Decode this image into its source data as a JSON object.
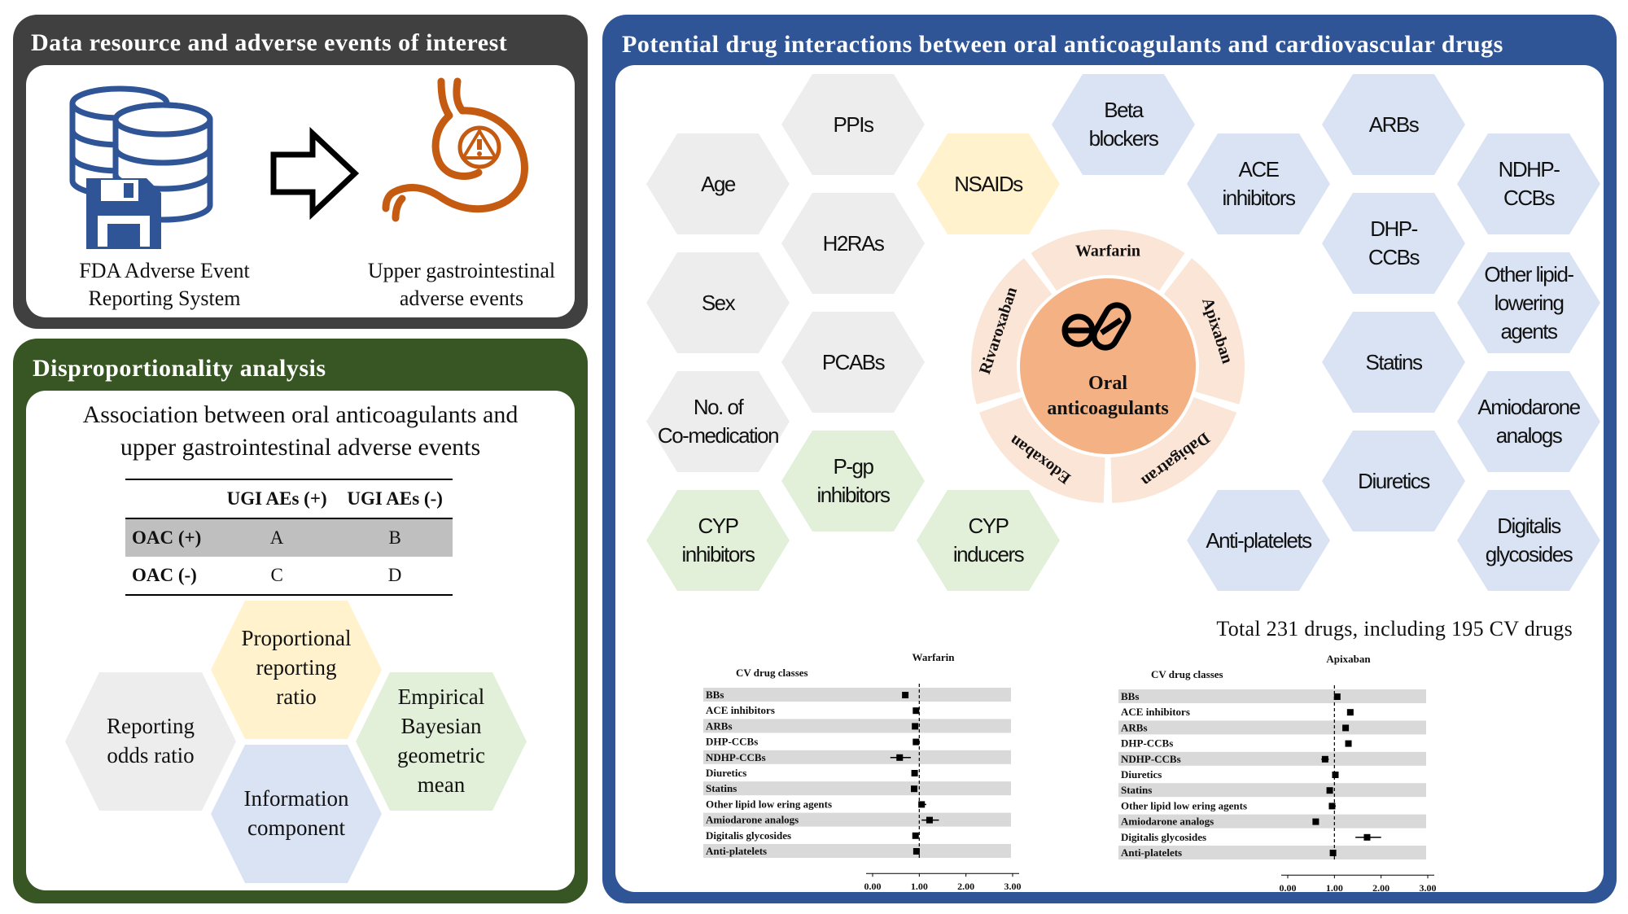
{
  "panels": {
    "data_resource": {
      "title": "Data resource and adverse events of interest",
      "source_label_line1": "FDA Adverse Event",
      "source_label_line2": "Reporting System",
      "target_label_line1": "Upper gastrointestinal",
      "target_label_line2": "adverse events",
      "icons": [
        "database-icon",
        "floppy-disk-icon",
        "arrow-right-icon",
        "stomach-warning-icon"
      ],
      "colors": {
        "header": "#404040",
        "database": "#2f5597",
        "stomach": "#c55a11"
      }
    },
    "disproportionality": {
      "title": "Disproportionality analysis",
      "association_line1": "Association between oral anticoagulants and",
      "association_line2": "upper gastrointestinal adverse events",
      "table": {
        "headers": [
          "",
          "UGI AEs (+)",
          "UGI AEs (-)"
        ],
        "rows": [
          [
            "OAC (+)",
            "A",
            "B"
          ],
          [
            "OAC (-)",
            "C",
            "D"
          ]
        ]
      },
      "methods": [
        {
          "lines": [
            "Proportional",
            "reporting",
            "ratio"
          ],
          "color": "#fff2cc"
        },
        {
          "lines": [
            "Reporting",
            "odds ratio"
          ],
          "color": "#ededed"
        },
        {
          "lines": [
            "Empirical",
            "Bayesian",
            "geometric",
            "mean"
          ],
          "color": "#e2f0d9"
        },
        {
          "lines": [
            "Information",
            "component"
          ],
          "color": "#dae3f3"
        }
      ],
      "colors": {
        "header": "#375623"
      }
    },
    "interactions": {
      "title": "Potential drug interactions between oral anticoagulants and cardiovascular drugs",
      "center": {
        "label_line1": "Oral",
        "label_line2": "anticoagulants",
        "icon": "pills-icon",
        "segments": [
          "Warfarin",
          "Apixaban",
          "Dabigatran",
          "Edoxaban",
          "Rivaroxaban"
        ]
      },
      "hexagons": [
        {
          "lines": [
            "Age"
          ],
          "group": "gray"
        },
        {
          "lines": [
            "PPIs"
          ],
          "group": "gray"
        },
        {
          "lines": [
            "H2RAs"
          ],
          "group": "gray"
        },
        {
          "lines": [
            "Sex"
          ],
          "group": "gray"
        },
        {
          "lines": [
            "PCABs"
          ],
          "group": "gray"
        },
        {
          "lines": [
            "No. of",
            "Co-medication"
          ],
          "group": "gray"
        },
        {
          "lines": [
            "NSAIDs"
          ],
          "group": "yellow"
        },
        {
          "lines": [
            "P-gp",
            "inhibitors"
          ],
          "group": "green"
        },
        {
          "lines": [
            "CYP",
            "inhibitors"
          ],
          "group": "green"
        },
        {
          "lines": [
            "CYP",
            "inducers"
          ],
          "group": "green"
        },
        {
          "lines": [
            "Beta",
            "blockers"
          ],
          "group": "blue"
        },
        {
          "lines": [
            "ACE",
            "inhibitors"
          ],
          "group": "blue"
        },
        {
          "lines": [
            "ARBs"
          ],
          "group": "blue"
        },
        {
          "lines": [
            "DHP-",
            "CCBs"
          ],
          "group": "blue"
        },
        {
          "lines": [
            "NDHP-",
            "CCBs"
          ],
          "group": "blue"
        },
        {
          "lines": [
            "Other lipid-",
            "lowering",
            "agents"
          ],
          "group": "blue"
        },
        {
          "lines": [
            "Statins"
          ],
          "group": "blue"
        },
        {
          "lines": [
            "Amiodarone",
            "analogs"
          ],
          "group": "blue"
        },
        {
          "lines": [
            "Diuretics"
          ],
          "group": "blue"
        },
        {
          "lines": [
            "Digitalis",
            "glycosides"
          ],
          "group": "blue"
        },
        {
          "lines": [
            "Anti-platelets"
          ],
          "group": "blue"
        }
      ],
      "total_note": "Total 231 drugs, including 195 CV drugs",
      "colors": {
        "header": "#2f5597",
        "gray": "#ededed",
        "yellow": "#fff2cc",
        "green": "#e2f0d9",
        "blue": "#dae3f3",
        "oac_core": "#f4b183",
        "oac_ring": "#fbe5d6"
      }
    }
  },
  "chart_data": [
    {
      "type": "scatter",
      "title": "Warfarin",
      "ylabel": "CV drug classes",
      "categories": [
        "BBs",
        "ACE inhibitors",
        "ARBs",
        "DHP-CCBs",
        "NDHP-CCBs",
        "Diuretics",
        "Statins",
        "Other lipid low ering agents",
        "Amiodarone analogs",
        "Digitalis glycosides",
        "Anti-platelets"
      ],
      "values": [
        0.7,
        0.93,
        0.91,
        0.93,
        0.58,
        0.9,
        0.89,
        1.05,
        1.22,
        0.92,
        0.94
      ],
      "ci_low": [
        0.68,
        0.9,
        0.87,
        0.89,
        0.38,
        0.88,
        0.87,
        0.98,
        1.05,
        0.87,
        0.91
      ],
      "ci_high": [
        0.72,
        0.97,
        0.95,
        0.97,
        0.82,
        0.93,
        0.92,
        1.15,
        1.42,
        0.97,
        0.98
      ],
      "x_ticks": [
        "0.00",
        "1.00",
        "2.00",
        "3.00"
      ],
      "xlim": [
        0,
        3
      ],
      "reference_line": 1.0
    },
    {
      "type": "scatter",
      "title": "Apixaban",
      "ylabel": "CV drug classes",
      "categories": [
        "BBs",
        "ACE inhibitors",
        "ARBs",
        "DHP-CCBs",
        "NDHP-CCBs",
        "Diuretics",
        "Statins",
        "Other lipid low ering agents",
        "Amiodarone analogs",
        "Digitalis glycosides",
        "Anti-platelets"
      ],
      "values": [
        1.06,
        1.34,
        1.24,
        1.3,
        0.8,
        1.02,
        0.9,
        0.95,
        0.6,
        1.7,
        0.97
      ],
      "ci_low": [
        1.02,
        1.28,
        1.18,
        1.24,
        0.72,
        0.99,
        0.86,
        0.88,
        0.54,
        1.45,
        0.94
      ],
      "ci_high": [
        1.1,
        1.4,
        1.3,
        1.36,
        0.88,
        1.05,
        0.94,
        1.03,
        0.66,
        2.0,
        1.0
      ],
      "x_ticks": [
        "0.00",
        "1.00",
        "2.00",
        "3.00"
      ],
      "xlim": [
        0,
        3
      ],
      "reference_line": 1.0
    }
  ]
}
